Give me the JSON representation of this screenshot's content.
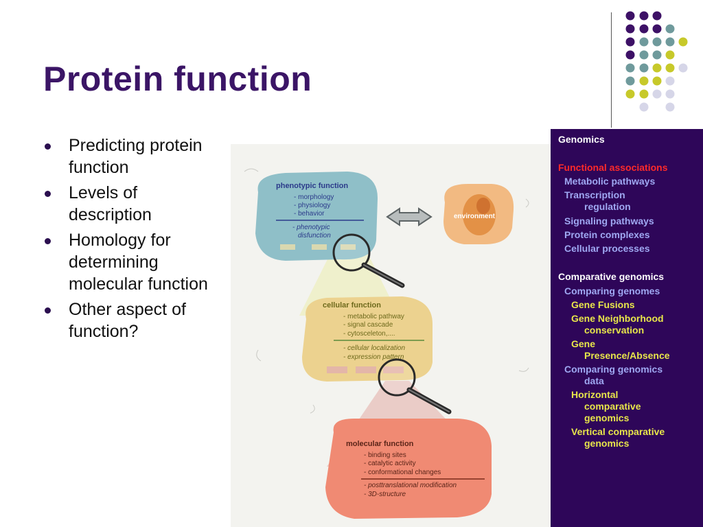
{
  "slide": {
    "title": "Protein function",
    "bullets": [
      "Predicting protein function",
      "Levels of description",
      "Homology for determining molecular function",
      "Other aspect of function?"
    ]
  },
  "figure": {
    "phenotypic": {
      "heading": "phenotypic function",
      "items": [
        "- morphology",
        "- physiology",
        "- behavior"
      ],
      "italic": [
        "- phenotypic",
        "disfunction"
      ]
    },
    "environment_label": "environment",
    "cellular": {
      "heading": "cellular function",
      "items": [
        "- metabolic pathway",
        "- signal cascade",
        "- cytosceleton,...."
      ],
      "italic": [
        "- cellular localization",
        "- expression pattern"
      ]
    },
    "molecular": {
      "heading": "molecular function",
      "items": [
        "- binding sites",
        "- catalytic activity",
        "- conformational changes"
      ],
      "italic": [
        "- posttranslational modification",
        "- 3D-structure"
      ]
    }
  },
  "sidebar": {
    "genomics": "Genomics",
    "functional_associations": "Functional associations",
    "metabolic_pathways": "Metabolic pathways",
    "transcription_regulation_1": "Transcription",
    "transcription_regulation_2": "regulation",
    "signaling_pathways": "Signaling pathways",
    "protein_complexes": "Protein complexes",
    "cellular_processes": "Cellular processes",
    "comparative_genomics": "Comparative genomics",
    "comparing_genomes": "Comparing genomes",
    "gene_fusions": "Gene Fusions",
    "gene_neighborhood_1": "Gene Neighborhood",
    "gene_neighborhood_2": "conservation",
    "gene_presence_1": "Gene",
    "gene_presence_2": "Presence/Absence",
    "comparing_genomics_data_1": "Comparing genomics",
    "comparing_genomics_data_2": "data",
    "horizontal_1": "Horizontal",
    "horizontal_2": "comparative",
    "horizontal_3": "genomics",
    "vertical_1": "Vertical comparative",
    "vertical_2": "genomics"
  },
  "colors": {
    "title": "#3b1566",
    "sidebar_bg": "#2e0659",
    "dot_purple": "#3d1166",
    "dot_teal": "#6f9a9c",
    "dot_yellow": "#c7c92a",
    "dot_lavender": "#d6d6e8",
    "link_red": "#ff2a2a",
    "link_blue": "#9fa8f2",
    "link_yellow": "#e8e64a"
  }
}
